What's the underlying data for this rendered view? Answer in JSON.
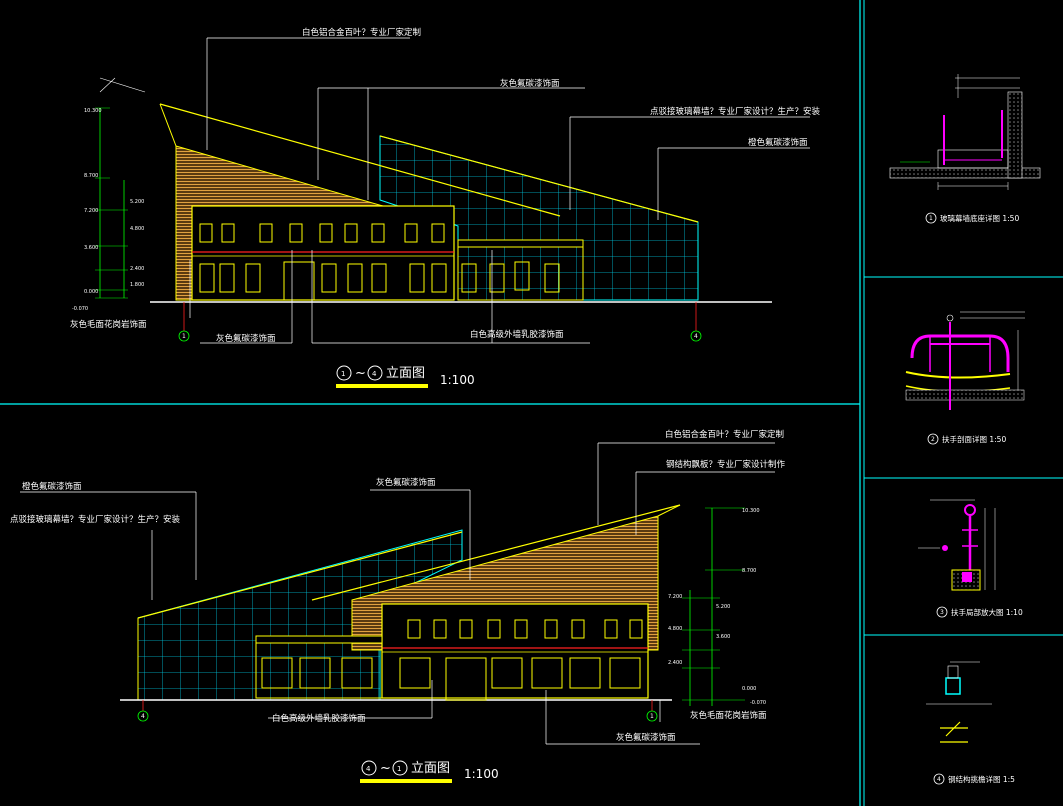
{
  "top_elevation": {
    "title_prefix": "1",
    "title_sep": "~",
    "title_suffix": "4",
    "title_text": "立面图",
    "scale": "1:100",
    "axis_left": "1",
    "axis_right": "4",
    "labels": {
      "louver": "白色铝合金百叶？专业厂家定制",
      "gray_paint_top": "灰色氟碳漆饰面",
      "glass_curtain": "点驳接玻璃幕墙？专业厂家设计？生产？安装",
      "orange_paint": "橙色氟碳漆饰面",
      "gray_stone": "灰色毛面花岗岩饰面",
      "gray_paint_bottom": "灰色氟碳漆饰面",
      "white_wall": "白色高级外墙乳胶漆饰面"
    },
    "levels": [
      "10.300",
      "8.700",
      "7.200",
      "5.200",
      "4.800",
      "3.600",
      "2.400",
      "1.800",
      "0.000",
      "-0.070"
    ]
  },
  "bottom_elevation": {
    "title_prefix": "4",
    "title_sep": "~",
    "title_suffix": "1",
    "title_text": "立面图",
    "scale": "1:100",
    "axis_left": "4",
    "axis_right": "1",
    "labels": {
      "louver": "白色铝合金百叶？专业厂家定制",
      "steel_canopy": "钢结构飘板？专业厂家设计制作",
      "orange_paint": "橙色氟碳漆饰面",
      "gray_paint_top": "灰色氟碳漆饰面",
      "glass_curtain": "点驳接玻璃幕墙？专业厂家设计？生产？安装",
      "white_wall": "白色高级外墙乳胶漆饰面",
      "gray_stone": "灰色毛面花岗岩饰面",
      "gray_paint_bottom": "灰色氟碳漆饰面"
    },
    "levels": [
      "10.300",
      "8.700",
      "7.200",
      "5.200",
      "4.800",
      "3.600",
      "2.400",
      "0.000",
      "-0.070"
    ]
  },
  "details": [
    {
      "num": "1",
      "title": "玻璃幕墙底座详图 1:50"
    },
    {
      "num": "2",
      "title": "扶手剖面详图 1:50"
    },
    {
      "num": "3",
      "title": "扶手局部放大图 1:10"
    },
    {
      "num": "4",
      "title": "钢结构挑檐详图 1:5"
    }
  ],
  "colors": {
    "background": "#000000",
    "frame": "#00ffff",
    "wall": "#ffff00",
    "glass": "#00ffff",
    "louver": "#c8a060",
    "rail": "#ff00ff",
    "dim": "#00ff00",
    "red": "#ff2020"
  }
}
